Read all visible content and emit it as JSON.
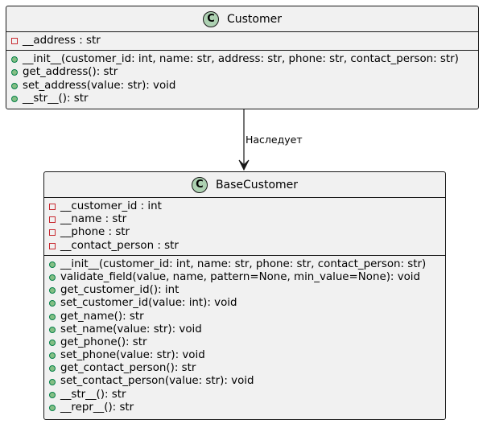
{
  "diagram": {
    "classes": [
      {
        "id": "customer",
        "name": "Customer",
        "badge": "C",
        "fields": [
          {
            "visibility": "private",
            "text": "__address : str"
          }
        ],
        "methods": [
          {
            "visibility": "public",
            "text": "__init__(customer_id: int, name: str, address: str, phone: str, contact_person: str)"
          },
          {
            "visibility": "public",
            "text": "get_address(): str"
          },
          {
            "visibility": "public",
            "text": "set_address(value: str): void"
          },
          {
            "visibility": "public",
            "text": "__str__(): str"
          }
        ]
      },
      {
        "id": "base-customer",
        "name": "BaseCustomer",
        "badge": "C",
        "fields": [
          {
            "visibility": "private",
            "text": "__customer_id : int"
          },
          {
            "visibility": "private",
            "text": "__name : str"
          },
          {
            "visibility": "private",
            "text": "__phone : str"
          },
          {
            "visibility": "private",
            "text": "__contact_person : str"
          }
        ],
        "methods": [
          {
            "visibility": "public",
            "text": "__init__(customer_id: int, name: str, phone: str, contact_person: str)"
          },
          {
            "visibility": "public",
            "text": "validate_field(value, name, pattern=None, min_value=None): void"
          },
          {
            "visibility": "public",
            "text": "get_customer_id(): int"
          },
          {
            "visibility": "public",
            "text": "set_customer_id(value: int): void"
          },
          {
            "visibility": "public",
            "text": "get_name(): str"
          },
          {
            "visibility": "public",
            "text": "set_name(value: str): void"
          },
          {
            "visibility": "public",
            "text": "get_phone(): str"
          },
          {
            "visibility": "public",
            "text": "set_phone(value: str): void"
          },
          {
            "visibility": "public",
            "text": "get_contact_person(): str"
          },
          {
            "visibility": "public",
            "text": "set_contact_person(value: str): void"
          },
          {
            "visibility": "public",
            "text": "__str__(): str"
          },
          {
            "visibility": "public",
            "text": "__repr__(): str"
          }
        ]
      }
    ],
    "relation": {
      "from": "customer",
      "to": "base-customer",
      "label": "Наследует"
    },
    "colors": {
      "class_fill": "#f1f1f1",
      "class_border": "#181818",
      "badge_fill": "#add1b2",
      "private_marker": "#c82930",
      "public_marker_fill": "#84be84",
      "public_marker_border": "#038048"
    }
  }
}
